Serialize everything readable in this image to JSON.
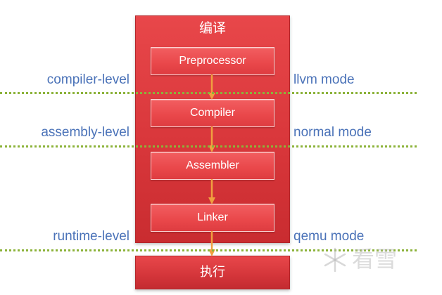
{
  "diagram": {
    "container_title": "编译",
    "steps": [
      "Preprocessor",
      "Compiler",
      "Assembler",
      "Linker"
    ],
    "exec_label": "执行",
    "levels": [
      {
        "left": "compiler-level",
        "right": "llvm mode"
      },
      {
        "left": "assembly-level",
        "right": "normal mode"
      },
      {
        "left": "runtime-level",
        "right": "qemu mode"
      }
    ],
    "watermark": "看雪",
    "colors": {
      "container": "#d9373b",
      "step": "#e9474a",
      "arrow": "#f0a040",
      "dotline": "#8cb33a",
      "label": "#4a72b8"
    }
  }
}
